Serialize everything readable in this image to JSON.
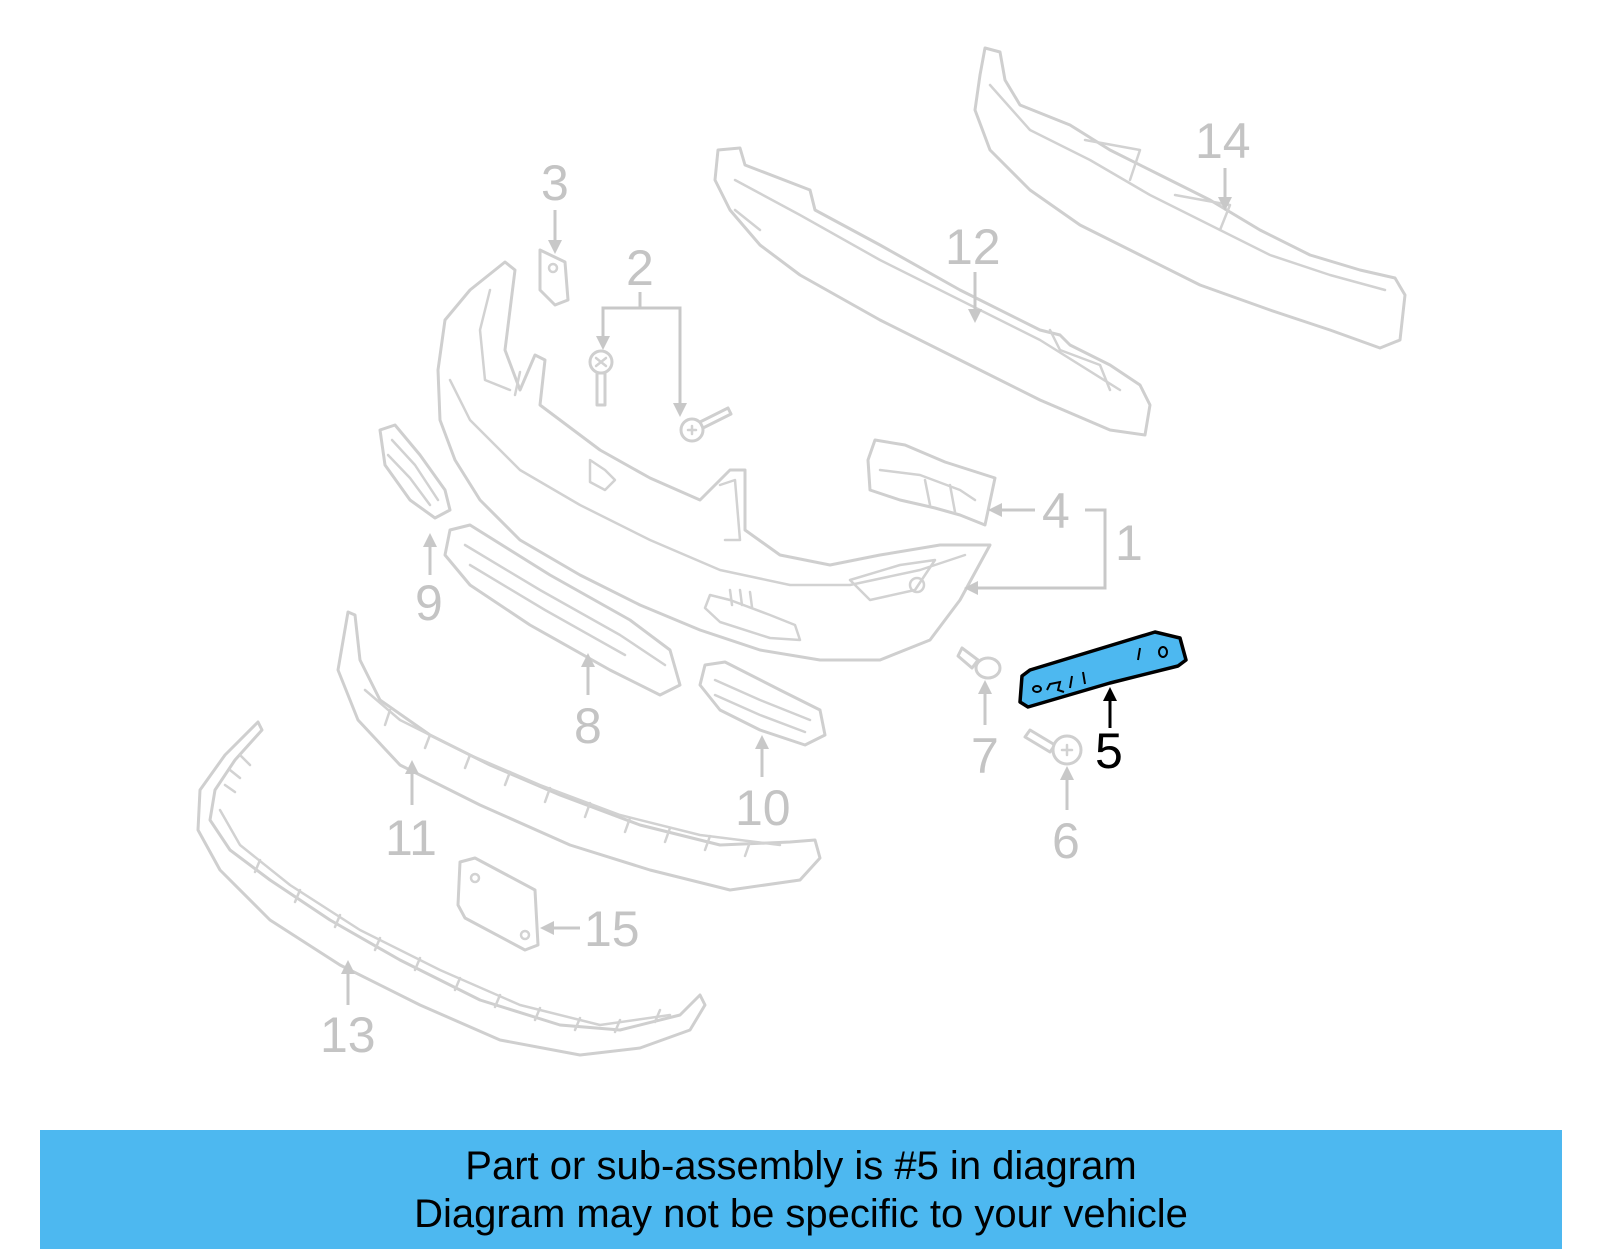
{
  "diagram": {
    "highlighted_part": "5",
    "highlight_color": "#4db8f0",
    "inactive_color": "#c4c4c4",
    "callouts": {
      "c1": "1",
      "c2": "2",
      "c3": "3",
      "c4": "4",
      "c5": "5",
      "c6": "6",
      "c7": "7",
      "c8": "8",
      "c9": "9",
      "c10": "10",
      "c11": "11",
      "c12": "12",
      "c13": "13",
      "c14": "14",
      "c15": "15"
    }
  },
  "banner": {
    "line1": "Part or sub-assembly is #5 in diagram",
    "line2": "Diagram may not be specific to your vehicle",
    "background": "#4db8f0"
  }
}
